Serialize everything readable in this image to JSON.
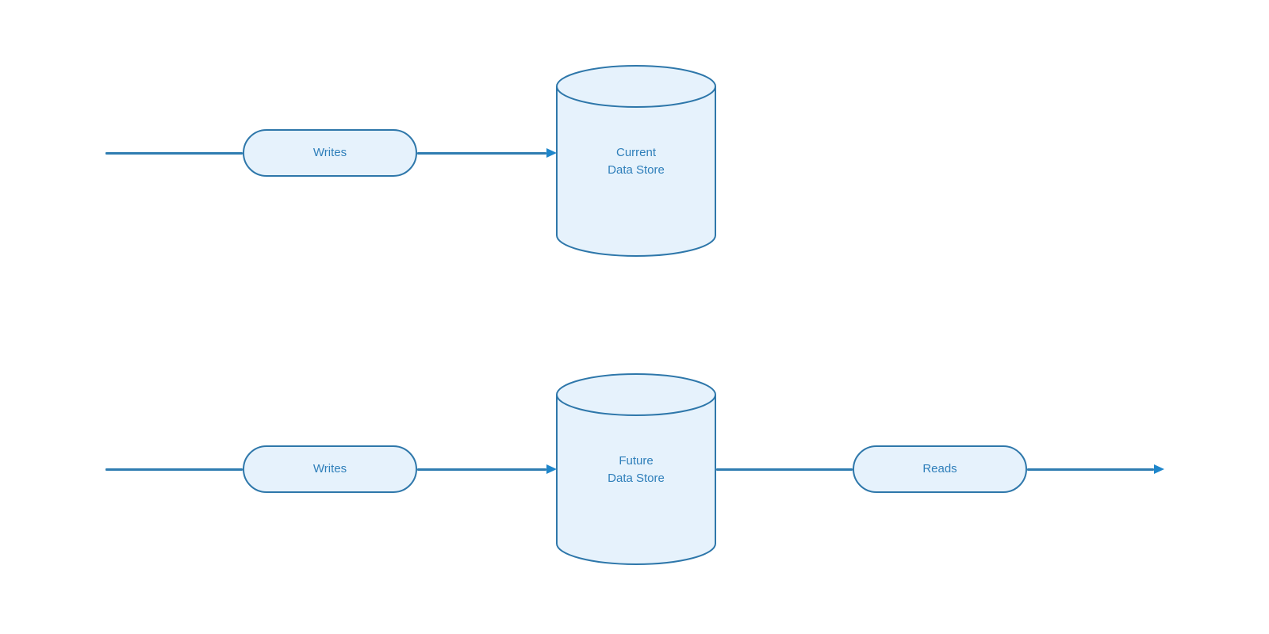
{
  "diagram": {
    "background": "#ffffff",
    "colors": {
      "background": "#ffffff",
      "shape_fill": "#e6f2fc",
      "shape_stroke": "#2e77aa",
      "connector": "#2e7cb1",
      "arrowhead": "#1e86cb",
      "label": "#2f7fba"
    },
    "nodes": {
      "writes_top": {
        "label": "Writes",
        "shape": "rounded-pill"
      },
      "current_store": {
        "line1": "Current",
        "line2": "Data Store",
        "shape": "cylinder"
      },
      "writes_bottom": {
        "label": "Writes",
        "shape": "rounded-pill"
      },
      "future_store": {
        "line1": "Future",
        "line2": "Data Store",
        "shape": "cylinder"
      },
      "reads": {
        "label": "Reads",
        "shape": "rounded-pill"
      }
    },
    "flows": [
      {
        "name": "current-write-path",
        "sequence": [
          "Writes",
          "Current Data Store"
        ]
      },
      {
        "name": "future-write-read-path",
        "sequence": [
          "Writes",
          "Future Data Store",
          "Reads"
        ]
      }
    ]
  }
}
